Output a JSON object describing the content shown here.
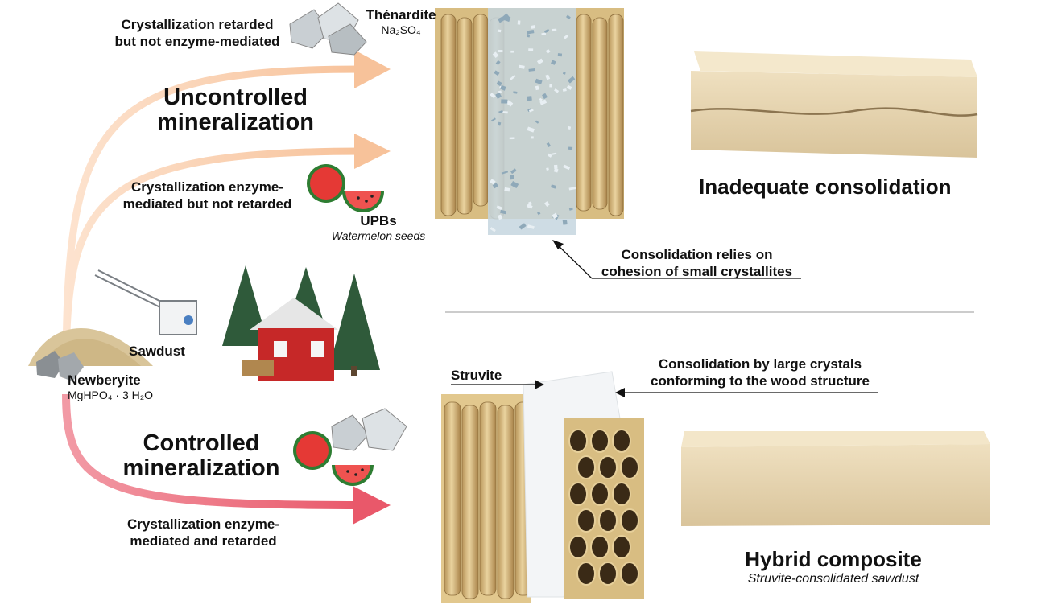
{
  "top": {
    "crystallization_retarded": "Crystallization retarded but not enzyme-mediated",
    "crystallization_retarded_l1": "Crystallization retarded",
    "crystallization_retarded_l2": "but not enzyme-mediated",
    "thenardite_name": "Thénardite",
    "thenardite_formula": "Na₂SO₄",
    "uncontrolled_l1": "Uncontrolled",
    "uncontrolled_l2": "mineralization",
    "enzyme_not_retarded_l1": "Crystallization enzyme-",
    "enzyme_not_retarded_l2": "mediated but not retarded",
    "upbs_name": "UPBs",
    "upbs_source": "Watermelon seeds",
    "consolidation_small_l1": "Consolidation relies on",
    "consolidation_small_l2": "cohesion of small crystallites",
    "inadequate": "Inadequate consolidation"
  },
  "left": {
    "sawdust": "Sawdust",
    "newberyite_name": "Newberyite",
    "newberyite_formula": "MgHPO₄ · 3 H₂O"
  },
  "bottom": {
    "controlled_l1": "Controlled",
    "controlled_l2": "mineralization",
    "enzyme_retarded_l1": "Crystallization enzyme-",
    "enzyme_retarded_l2": "mediated and retarded",
    "struvite": "Struvite",
    "consolidation_large_l1": "Consolidation by large crystals",
    "consolidation_large_l2": "conforming to the wood structure",
    "hybrid": "Hybrid composite",
    "hybrid_sub": "Struvite-consolidated sawdust"
  },
  "colors": {
    "uncontrolled_arrow": "#f8c9a3",
    "controlled_arrow": "#e9586a",
    "wood": "#d9bf85",
    "crystal": "#b9cdd8"
  }
}
